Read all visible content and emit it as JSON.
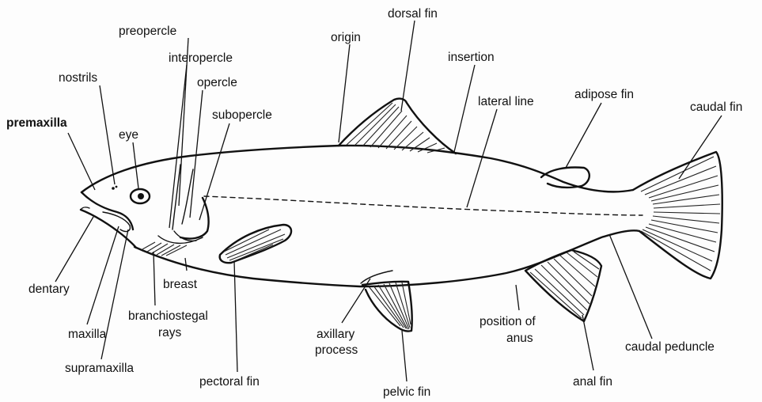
{
  "labels": {
    "dorsal_fin": "dorsal fin",
    "origin": "origin",
    "insertion": "insertion",
    "preopercle": "preopercle",
    "interopercle": "interopercle",
    "opercle": "opercle",
    "subopercle": "subopercle",
    "nostrils": "nostrils",
    "premaxilla": "premaxilla",
    "eye": "eye",
    "lateral_line": "lateral line",
    "adipose_fin": "adipose fin",
    "caudal_fin": "caudal fin",
    "dentary": "dentary",
    "breast": "breast",
    "maxilla": "maxilla",
    "branchiostegal_rays_line1": "branchiostegal",
    "branchiostegal_rays_line2": "rays",
    "supramaxilla": "supramaxilla",
    "pectoral_fin": "pectoral fin",
    "axillary_process_line1": "axillary",
    "axillary_process_line2": "process",
    "pelvic_fin": "pelvic fin",
    "position_of_anus_line1": "position of",
    "position_of_anus_line2": "anus",
    "anal_fin": "anal fin",
    "caudal_peduncle": "caudal peduncle"
  }
}
